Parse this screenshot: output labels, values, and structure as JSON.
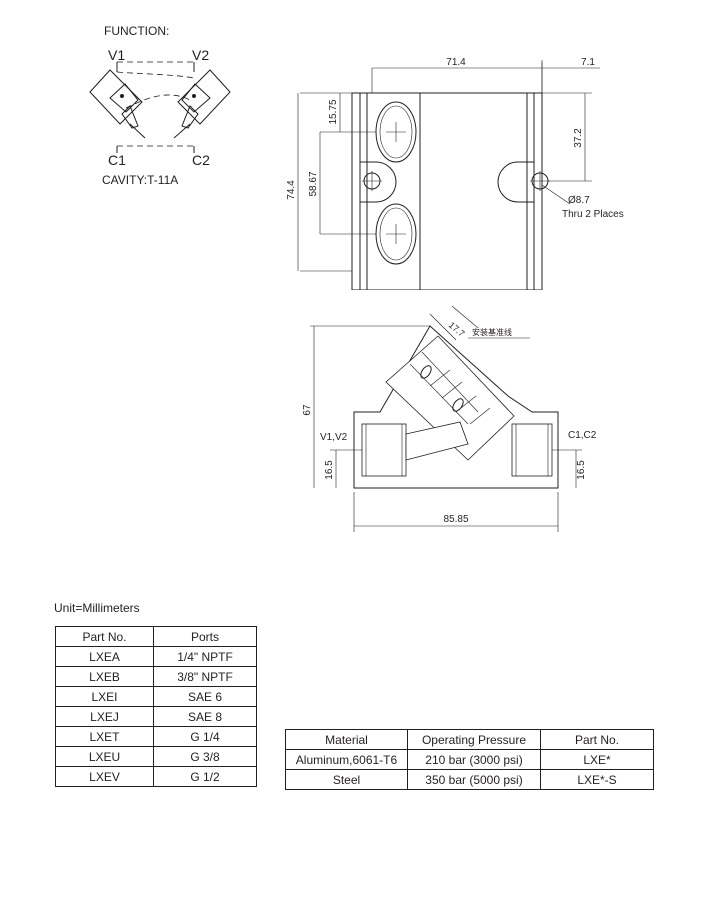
{
  "function_label": "FUNCTION:",
  "schematic": {
    "port_v1": "V1",
    "port_v2": "V2",
    "port_c1": "C1",
    "port_c2": "C2",
    "cavity": "CAVITY:T-11A"
  },
  "front_view": {
    "dim_width": "71.4",
    "dim_edge": "7.1",
    "dim_port_offset": "15.75",
    "dim_port_spacing": "58.67",
    "dim_height": "74.4",
    "dim_hole_offset": "37.2",
    "hole_dia": "Ø8.7",
    "hole_note": "Thru 2 Places"
  },
  "section_view": {
    "dim_cavity": "17.7",
    "datum_note": "安装基准线",
    "dim_height": "67",
    "port_left": "V1,V2",
    "port_right": "C1,C2",
    "dim_port_left": "16.5",
    "dim_port_right": "16.5",
    "dim_length": "85.85"
  },
  "unit_note": "Unit=Millimeters",
  "ports_table": {
    "headers": [
      "Part No.",
      "Ports"
    ],
    "rows": [
      [
        "LXEA",
        "1/4\" NPTF"
      ],
      [
        "LXEB",
        "3/8\" NPTF"
      ],
      [
        "LXEI",
        "SAE 6"
      ],
      [
        "LXEJ",
        "SAE 8"
      ],
      [
        "LXET",
        "G 1/4"
      ],
      [
        "LXEU",
        "G 3/8"
      ],
      [
        "LXEV",
        "G 1/2"
      ]
    ]
  },
  "material_table": {
    "headers": [
      "Material",
      "Operating Pressure",
      "Part No."
    ],
    "rows": [
      [
        "Aluminum,6061-T6",
        "210 bar (3000 psi)",
        "LXE*"
      ],
      [
        "Steel",
        "350 bar (5000 psi)",
        "LXE*-S"
      ]
    ]
  }
}
